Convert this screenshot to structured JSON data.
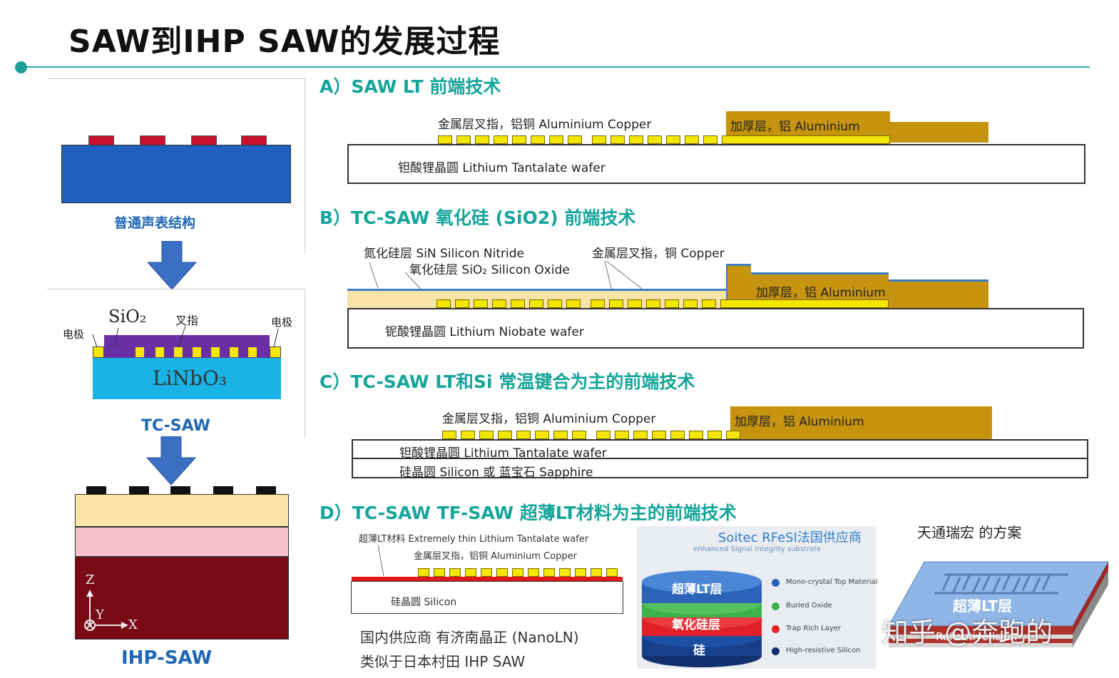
{
  "page": {
    "title": "SAW到IHP SAW的发展过程"
  },
  "left": {
    "saw_caption": "普通声表结构",
    "tc_sio2": "SiO₂",
    "tc_fingers": "叉指",
    "tc_electrode_left": "电极",
    "tc_electrode_right": "电极",
    "tc_substrate": "LiNbO₃",
    "tc_caption": "TC-SAW",
    "ihp_axis_z": "Z",
    "ihp_axis_y": "Y",
    "ihp_axis_x": "X",
    "ihp_caption": "IHP-SAW"
  },
  "sections": {
    "a": {
      "title": "A）SAW LT 前端技术",
      "fingers_label": "金属层叉指，铝铜 Aluminium Copper",
      "thick_label": "加厚层，铝 Aluminium",
      "wafer_label": "钽酸锂晶圆 Lithium Tantalate wafer"
    },
    "b": {
      "title": "B）TC-SAW 氧化硅 (SiO2) 前端技术",
      "sin_label": "氮化硅层 SiN Silicon Nitride",
      "sio2_label": "氧化硅层 SiO₂ Silicon Oxide",
      "fingers_label": "金属层叉指，铜 Copper",
      "thick_label": "加厚层，铝 Aluminium",
      "wafer_label": "铌酸锂晶圆 Lithium Niobate wafer"
    },
    "c": {
      "title": "C）TC-SAW LT和Si 常温键合为主的前端技术",
      "fingers_label": "金属层叉指，铝铜 Aluminium Copper",
      "thick_label": "加厚层，铝 Aluminium",
      "wafer1_label": "钽酸锂晶圆 Lithium Tantalate wafer",
      "wafer2_label": "硅晶圆 Silicon  或 蓝宝石 Sapphire"
    },
    "d": {
      "title": "D）TC-SAW TF-SAW 超薄LT材料为主的前端技术",
      "lt_label": "超薄LT材料 Extremely thin Lithium Tantalate wafer",
      "fingers_label": "金属层叉指，铝铜 Aluminium Copper",
      "wafer_label": "硅晶圆 Silicon",
      "supplier_line1": "国内供应商 有济南晶正 (NanoLN)",
      "supplier_line2": "类似于日本村田 IHP SAW",
      "soitec_title": "Soitec RFeSI法国供应商",
      "soitec_sub": "enhanced Signal Integrity substrate",
      "soitec_layer1": "超薄LT层",
      "soitec_layer2": "氧化硅层",
      "soitec_layer3": "硅",
      "legend": [
        "Mono-crystal Top Material",
        "Buried Oxide",
        "Trap Rich Layer",
        "High-resistive Silicon"
      ],
      "tiantong_title": "天通瑞宏 的方案",
      "tiantong_layer": "超薄LT层",
      "tiantong_reflective": "Reflective layer"
    }
  },
  "watermark": "知乎 @奔跑的",
  "colors": {
    "teal": "#16a59a",
    "blue": "#1f67b5",
    "finger_yellow": "#f3e600",
    "thick_gold": "#c6940f"
  }
}
